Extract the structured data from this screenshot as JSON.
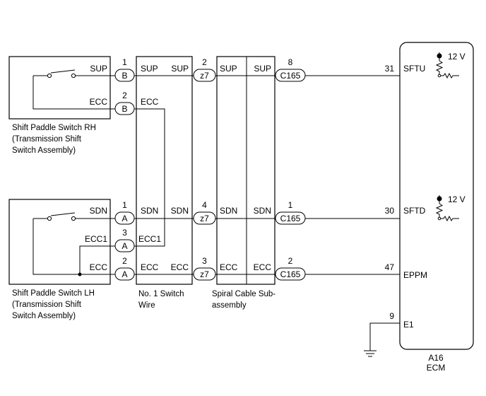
{
  "components": {
    "switch_rh": {
      "label_lines": [
        "Shift Paddle Switch RH",
        "(Transmission Shift",
        "Switch Assembly)"
      ],
      "pins": {
        "sup": "SUP",
        "ecc": "ECC"
      }
    },
    "switch_lh": {
      "label_lines": [
        "Shift Paddle Switch LH",
        "(Transmission Shift",
        "Switch Assembly)"
      ],
      "pins": {
        "sdn": "SDN",
        "ecc1": "ECC1",
        "ecc": "ECC"
      }
    },
    "switch_wire": {
      "label_lines": [
        "No. 1 Switch",
        "Wire"
      ],
      "sup_left": "SUP",
      "sup_right": "SUP",
      "ecc_left": "ECC",
      "sdn_left": "SDN",
      "sdn_right": "SDN",
      "ecc1_left": "ECC1",
      "ecc_b_left": "ECC",
      "ecc_b_right": "ECC"
    },
    "spiral_cable": {
      "label_lines": [
        "Spiral Cable Sub-",
        "assembly"
      ],
      "sup_left": "SUP",
      "sup_right": "SUP",
      "sdn_left": "SDN",
      "sdn_right": "SDN",
      "ecc_left": "ECC",
      "ecc_right": "ECC"
    },
    "ecm": {
      "code": "A16",
      "name": "ECM",
      "supply_top": "12 V",
      "supply_bottom": "12 V",
      "terminals": [
        {
          "pin": "31",
          "name": "SFTU"
        },
        {
          "pin": "30",
          "name": "SFTD"
        },
        {
          "pin": "47",
          "name": "EPPM"
        },
        {
          "pin": "9",
          "name": "E1"
        }
      ]
    }
  },
  "connectors": [
    {
      "code": "B",
      "pin": "1"
    },
    {
      "code": "B",
      "pin": "2"
    },
    {
      "code": "A",
      "pin": "1"
    },
    {
      "code": "A",
      "pin": "3"
    },
    {
      "code": "A",
      "pin": "2"
    },
    {
      "code": "z7",
      "pin": "2"
    },
    {
      "code": "z7",
      "pin": "4"
    },
    {
      "code": "z7",
      "pin": "3"
    },
    {
      "code": "C165",
      "pin": "8"
    },
    {
      "code": "C165",
      "pin": "1"
    },
    {
      "code": "C165",
      "pin": "2"
    }
  ]
}
